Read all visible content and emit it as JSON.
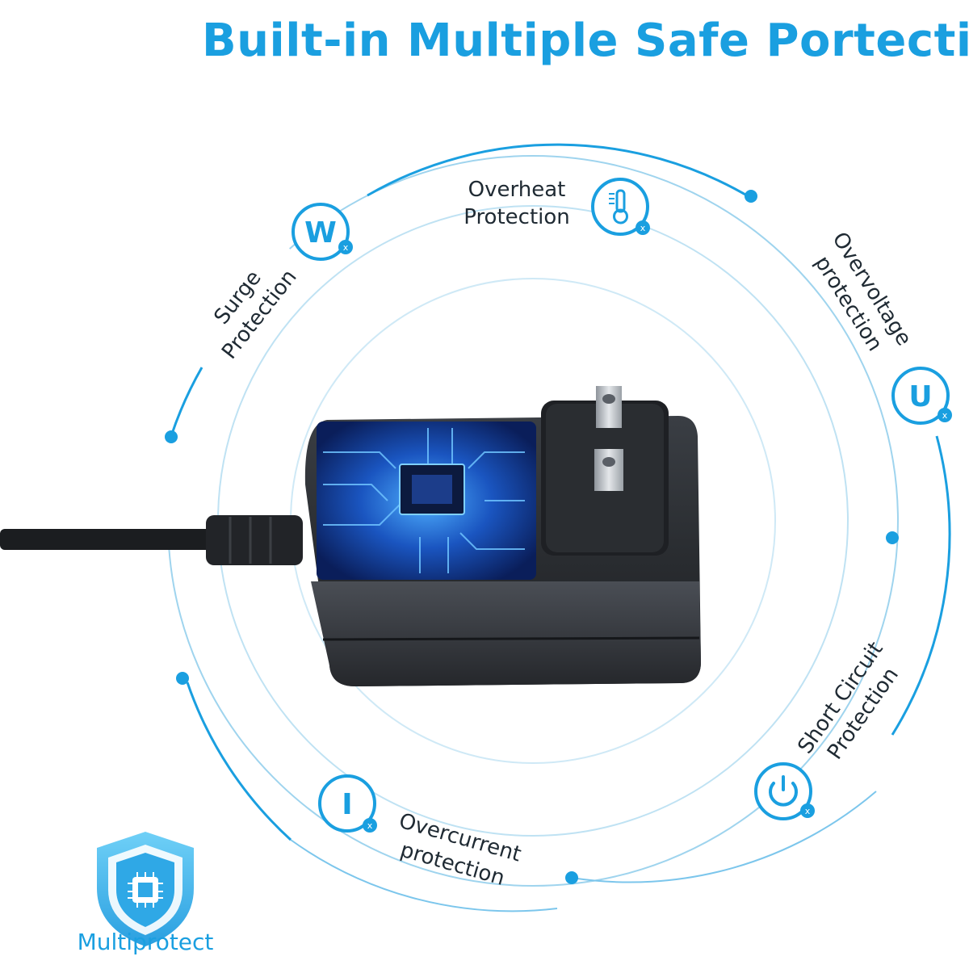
{
  "title": "Built-in Multiple Safe Portections",
  "features": {
    "overheat": {
      "line1": "Overheat",
      "line2": "Protection",
      "icon": "thermometer-icon"
    },
    "surge": {
      "line1": "Surge",
      "line2": "Protection",
      "icon_letter": "W",
      "icon": "surge-w-icon"
    },
    "overvoltage": {
      "line1": "Overvoltage",
      "line2": "protection",
      "icon_letter": "U",
      "icon": "voltage-u-icon"
    },
    "short_circuit": {
      "line1": "Short Circuit",
      "line2": "Protection",
      "icon": "power-icon"
    },
    "overcurrent": {
      "line1": "Overcurrent",
      "line2": "protection",
      "icon_letter": "I",
      "icon": "current-i-icon"
    }
  },
  "badge": {
    "label": "Multiprotect",
    "icon": "shield-chip-icon"
  },
  "colors": {
    "accent": "#1a9fe0",
    "ring": "#9fd4ee",
    "adapter": "#2b2e33",
    "circuit": "#1b4fb0"
  }
}
